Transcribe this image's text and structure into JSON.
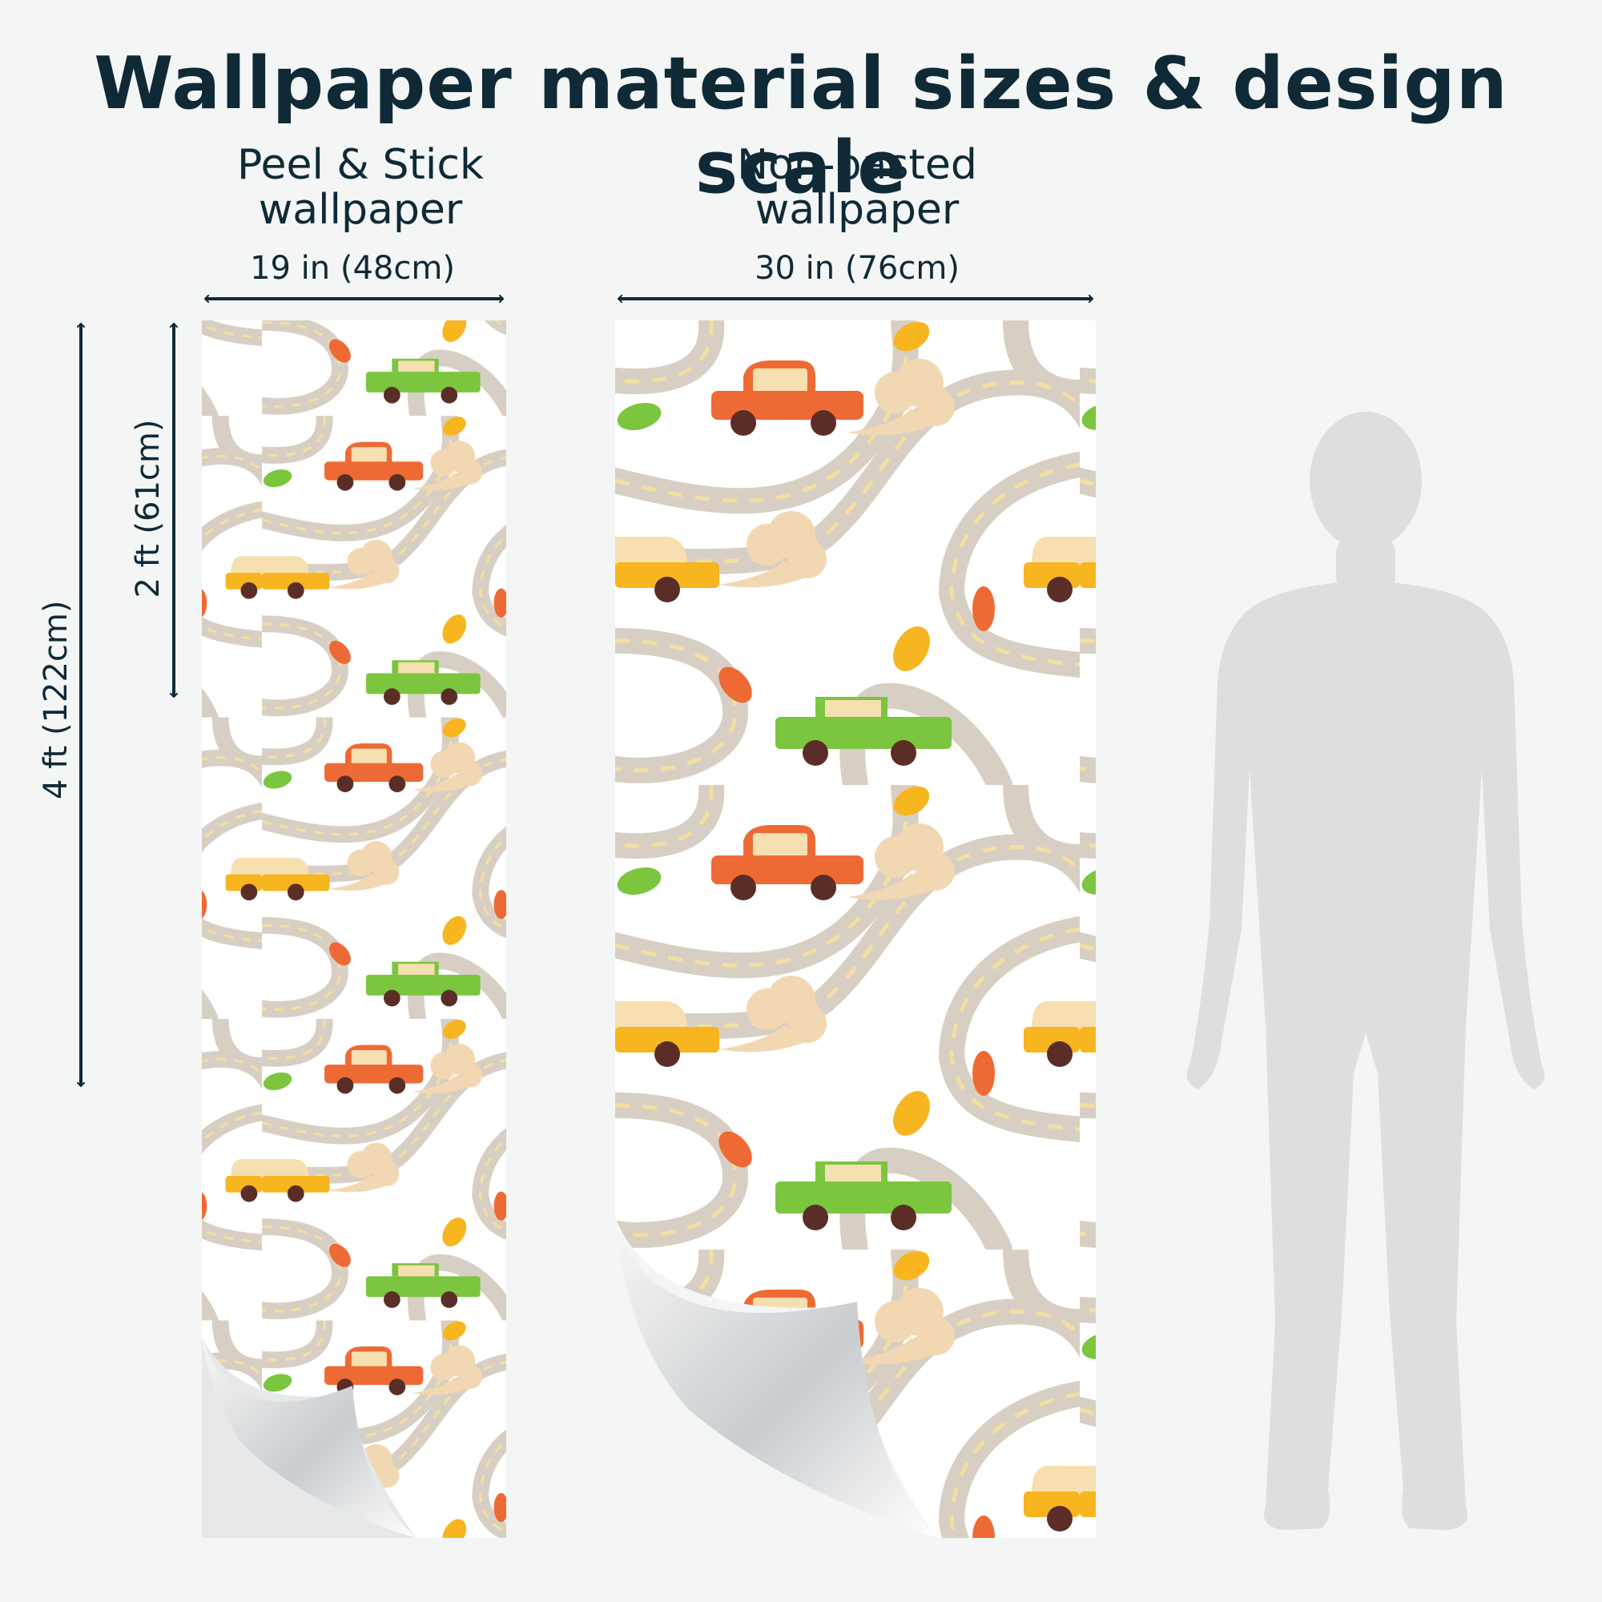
{
  "title": "Wallpaper material sizes & design scale",
  "peel": {
    "line1": "Peel & Stick",
    "line2": "wallpaper",
    "width_label": "19 in (48cm)",
    "height_short_label": "2 ft (61cm)",
    "height_long_label": "4 ft (122cm)"
  },
  "nonpasted": {
    "line1": "Non-pasted",
    "line2": "wallpaper",
    "width_label": "30 in (76cm)"
  },
  "colors": {
    "ink": "#0f2a36",
    "road": "#d8cfc4",
    "dash": "#f3dfa2",
    "car_red": "#ee6a35",
    "car_yellow": "#f7b51f",
    "car_green": "#7cc53f",
    "window": "#f6dfb0",
    "wheel": "#5a2e26",
    "cloud": "#f2d8b2",
    "leaf_green": "#7cc53f",
    "silhouette": "#dedede"
  }
}
